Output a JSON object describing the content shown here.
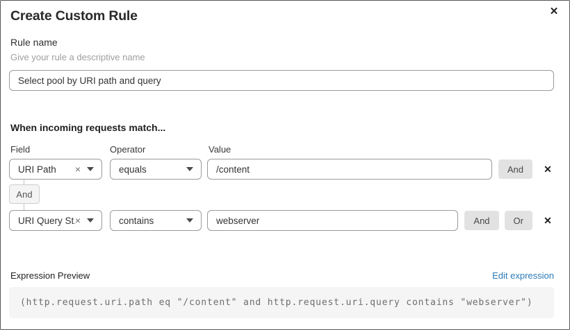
{
  "dialog": {
    "title": "Create Custom Rule",
    "close_icon": "✕"
  },
  "rule_name": {
    "label": "Rule name",
    "helper": "Give your rule a descriptive name",
    "value": "Select pool by URI path and query"
  },
  "matcher": {
    "heading": "When incoming requests match...",
    "columns": {
      "field": "Field",
      "operator": "Operator",
      "value": "Value"
    },
    "connector_label": "And",
    "clear_icon": "×",
    "remove_icon": "✕",
    "rows": [
      {
        "field": "URI Path",
        "operator": "equals",
        "value": "/content",
        "and_label": "And"
      },
      {
        "field": "URI Query St...",
        "operator": "contains",
        "value": "webserver",
        "and_label": "And",
        "or_label": "Or"
      }
    ]
  },
  "expression": {
    "label": "Expression Preview",
    "edit_link": "Edit expression",
    "code": "(http.request.uri.path eq \"/content\" and http.request.uri.query contains \"webserver\")"
  },
  "colors": {
    "link": "#2b7bb9",
    "button_bg": "#e2e2e2",
    "code_bg": "#f5f5f5",
    "border": "#9a9a9a"
  }
}
